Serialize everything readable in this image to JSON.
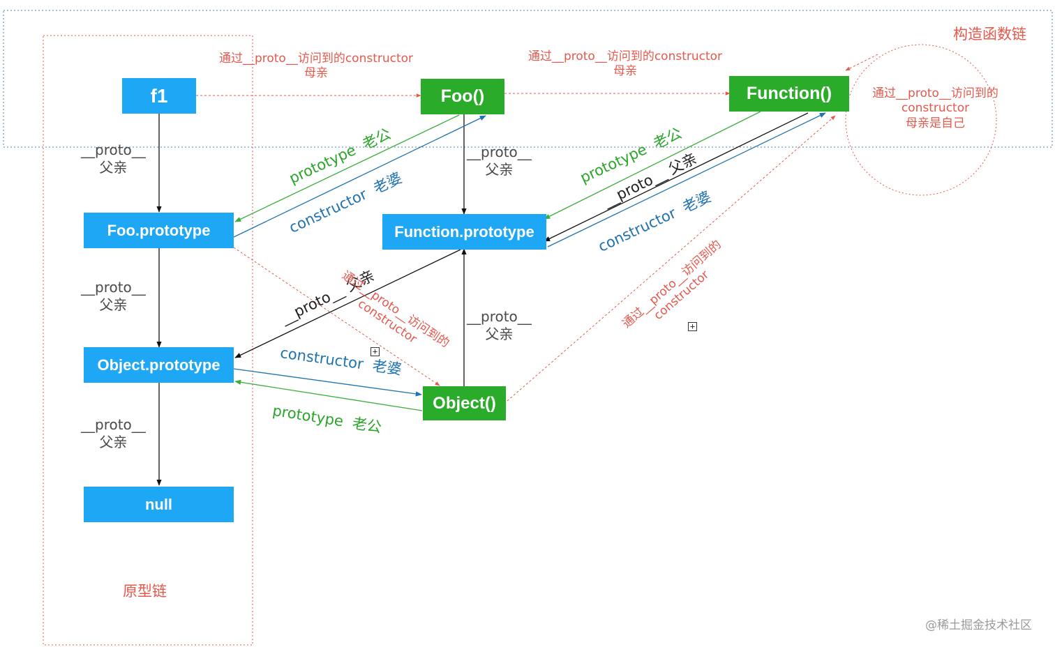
{
  "nodes": {
    "f1": "f1",
    "foo": "Foo()",
    "function": "Function()",
    "foo_prototype": "Foo.prototype",
    "function_prototype": "Function.prototype",
    "object_prototype": "Object.prototype",
    "object": "Object()",
    "null": "null"
  },
  "regions": {
    "constructor_chain": "构造函数链",
    "prototype_chain": "原型链"
  },
  "labels": {
    "proto": "__proto__",
    "father": "父亲",
    "proto_father": "__proto__ 父亲",
    "prototype": "prototype",
    "husband": "老公",
    "constructor": "constructor",
    "wife": "老婆",
    "via_proto_constructor": "通过__proto__访问到的constructor",
    "mother": "母亲",
    "via_proto": "通过__proto__访问到的",
    "constructor_plain": "constructor",
    "mother_is_self": "母亲是自己",
    "via_proto_diag_line1": "通过__proto__访问到的",
    "via_proto_diag_line2": "constructor",
    "via_proto_diag2": "通过__proto__访问到的",
    "constructor_diag2": "constructor"
  },
  "icons": {
    "expand": "expand-icon"
  },
  "watermark": "@稀土掘金技术社区",
  "colors": {
    "blue_box": "#1ea7f5",
    "green_box": "#2aac2a",
    "red": "#e5584c",
    "green_line": "#3cae3c",
    "blue_line": "#1f73b0",
    "black_line": "#111111"
  }
}
